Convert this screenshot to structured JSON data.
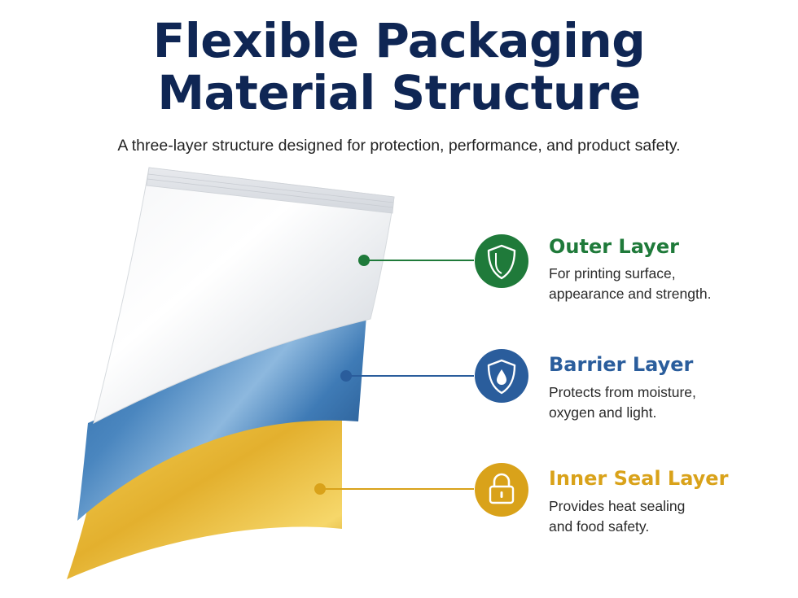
{
  "title": {
    "line1": "Flexible Packaging",
    "line2": "Material Structure"
  },
  "subtitle": "A three-layer structure designed for protection, performance, and product safety.",
  "layers": [
    {
      "name": "Outer Layer",
      "desc_line1": "For printing surface,",
      "desc_line2": "appearance and strength.",
      "color": "#1f7a3a",
      "icon": "shield-icon"
    },
    {
      "name": "Barrier Layer",
      "desc_line1": "Protects from moisture,",
      "desc_line2": "oxygen and light.",
      "color": "#2a5d9c",
      "icon": "shield-droplet-icon"
    },
    {
      "name": "Inner Seal Layer",
      "desc_line1": "Provides heat sealing",
      "desc_line2": "and food safety.",
      "color": "#d9a21a",
      "icon": "padlock-icon"
    }
  ]
}
